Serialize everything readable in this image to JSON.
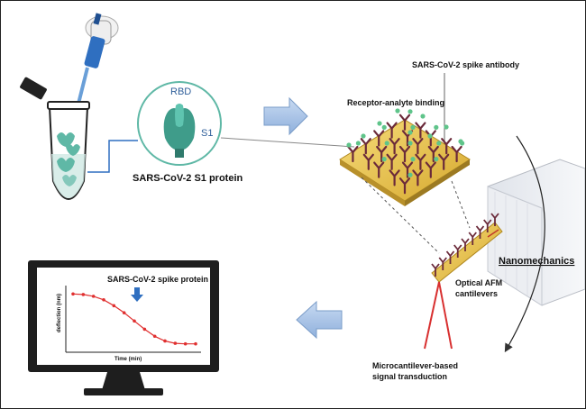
{
  "labels": {
    "rbd": "RBD",
    "s1": "S1",
    "s1_protein": "SARS-CoV-2 S1 protein",
    "spike_antibody": "SARS-CoV-2 spike antibody",
    "binding": "Receptor-analyte binding",
    "nanomechanics": "Nanomechanics",
    "optical_afm_line1": "Optical AFM",
    "optical_afm_line2": "cantilevers",
    "transduction_line1": "Microcantilever-based",
    "transduction_line2": "signal transduction",
    "screen_title": "SARS-CoV-2 spike protein",
    "x_axis": "Time (min)",
    "y_axis": "deflection (nm)"
  },
  "colors": {
    "teal": "#5fb8a6",
    "teal_dark": "#2f8a7a",
    "arrow_blue": "#a9c4e8",
    "gold": "#e8c24a",
    "antibody": "#6b2a3a",
    "ligand": "#5fc48a",
    "curve": "#e03030",
    "laser": "#d83030"
  },
  "chart_data": {
    "type": "line",
    "title": "SARS-CoV-2 spike protein",
    "xlabel": "Time (min)",
    "ylabel": "deflection (nm)",
    "grid": false,
    "series": [
      {
        "values": [
          0.0,
          -0.1,
          -0.4,
          -1.0,
          -2.0,
          -3.2,
          -4.6,
          -6.0,
          -7.2,
          -8.0,
          -8.4,
          -8.5,
          -8.5
        ]
      }
    ],
    "x": [
      0,
      1,
      2,
      3,
      4,
      5,
      6,
      7,
      8,
      9,
      10,
      11,
      12
    ],
    "ylim": [
      -9,
      0.5
    ],
    "xlim": [
      0,
      12
    ]
  }
}
